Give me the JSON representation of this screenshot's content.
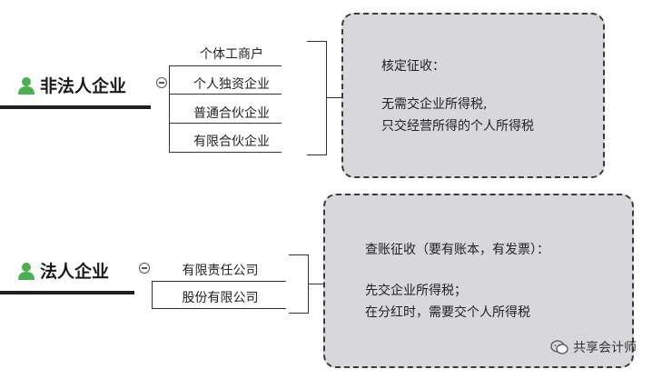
{
  "categories": [
    {
      "title": "非法人企业",
      "items": [
        "个体工商户",
        "个人独资企业",
        "普通合伙企业",
        "有限合伙企业"
      ],
      "note": {
        "heading": "核定征收：",
        "lines": [
          "无需交企业所得税,",
          "只交经营所得的个人所得税"
        ]
      }
    },
    {
      "title": "法人企业",
      "items": [
        "有限责任公司",
        "股份有限公司"
      ],
      "note": {
        "heading": "查账征收（要有账本，有发票）：",
        "lines": [
          "先交企业所得税；",
          "在分红时，需要交个人所得税"
        ]
      }
    }
  ],
  "watermark": "共享会计师",
  "colors": {
    "accent_green": "#4caf50",
    "box_fill": "#d8d8dc",
    "line": "#333333"
  }
}
